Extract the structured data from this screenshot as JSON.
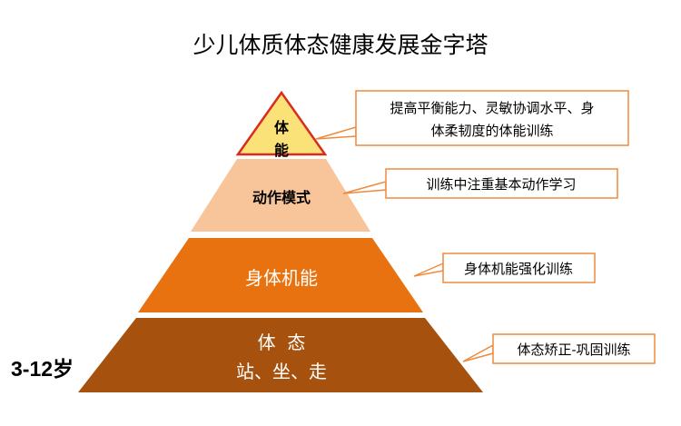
{
  "title": "少儿体质体态健康发展金字塔",
  "age_range": "3-12岁",
  "levels": [
    {
      "label_line1": "体",
      "label_line2": "能",
      "fill": "#fbe278"
    },
    {
      "label": "动作模式",
      "fill": "#f8c49a"
    },
    {
      "label": "身体机能",
      "fill": "#e8720f"
    },
    {
      "label_line1": "体  态",
      "label_line2": "站、坐、走",
      "fill": "#a6520e"
    }
  ],
  "callouts": [
    {
      "line1": "提高平衡能力、灵敏协调水平、身",
      "line2": "体柔韧度的体能训练"
    },
    {
      "line1": "训练中注重基本动作学习"
    },
    {
      "line1": "身体机能强化训练"
    },
    {
      "line1": "体态矫正-巩固训练"
    }
  ],
  "colors": {
    "callout_border": "#f08a3c",
    "apex_border": "#d92b1e"
  }
}
